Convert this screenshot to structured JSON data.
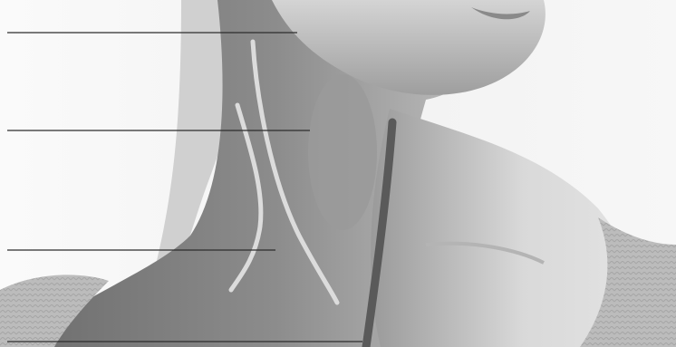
{
  "figure": {
    "kind": "labeling worksheet photo",
    "subject": "neck",
    "label_lines": 4,
    "label_texts": []
  },
  "palette": {
    "background": "#f4f4f4",
    "skin_light": "#c4c4c4",
    "skin_mid": "#a3a3a3",
    "skin_shadow": "#787878",
    "neck_dark": "#6f6f6f",
    "sweater": "#b9b9b9",
    "highlight_overlay": "#9a9a9a",
    "stripe": "#dcdcdc",
    "trachea": "#5a5a5a",
    "leader_line": "#2d2d2d"
  },
  "icons": {
    "gland": "oval-shape",
    "muscle_lines": "curved-stripe",
    "leader": "straight-line"
  }
}
